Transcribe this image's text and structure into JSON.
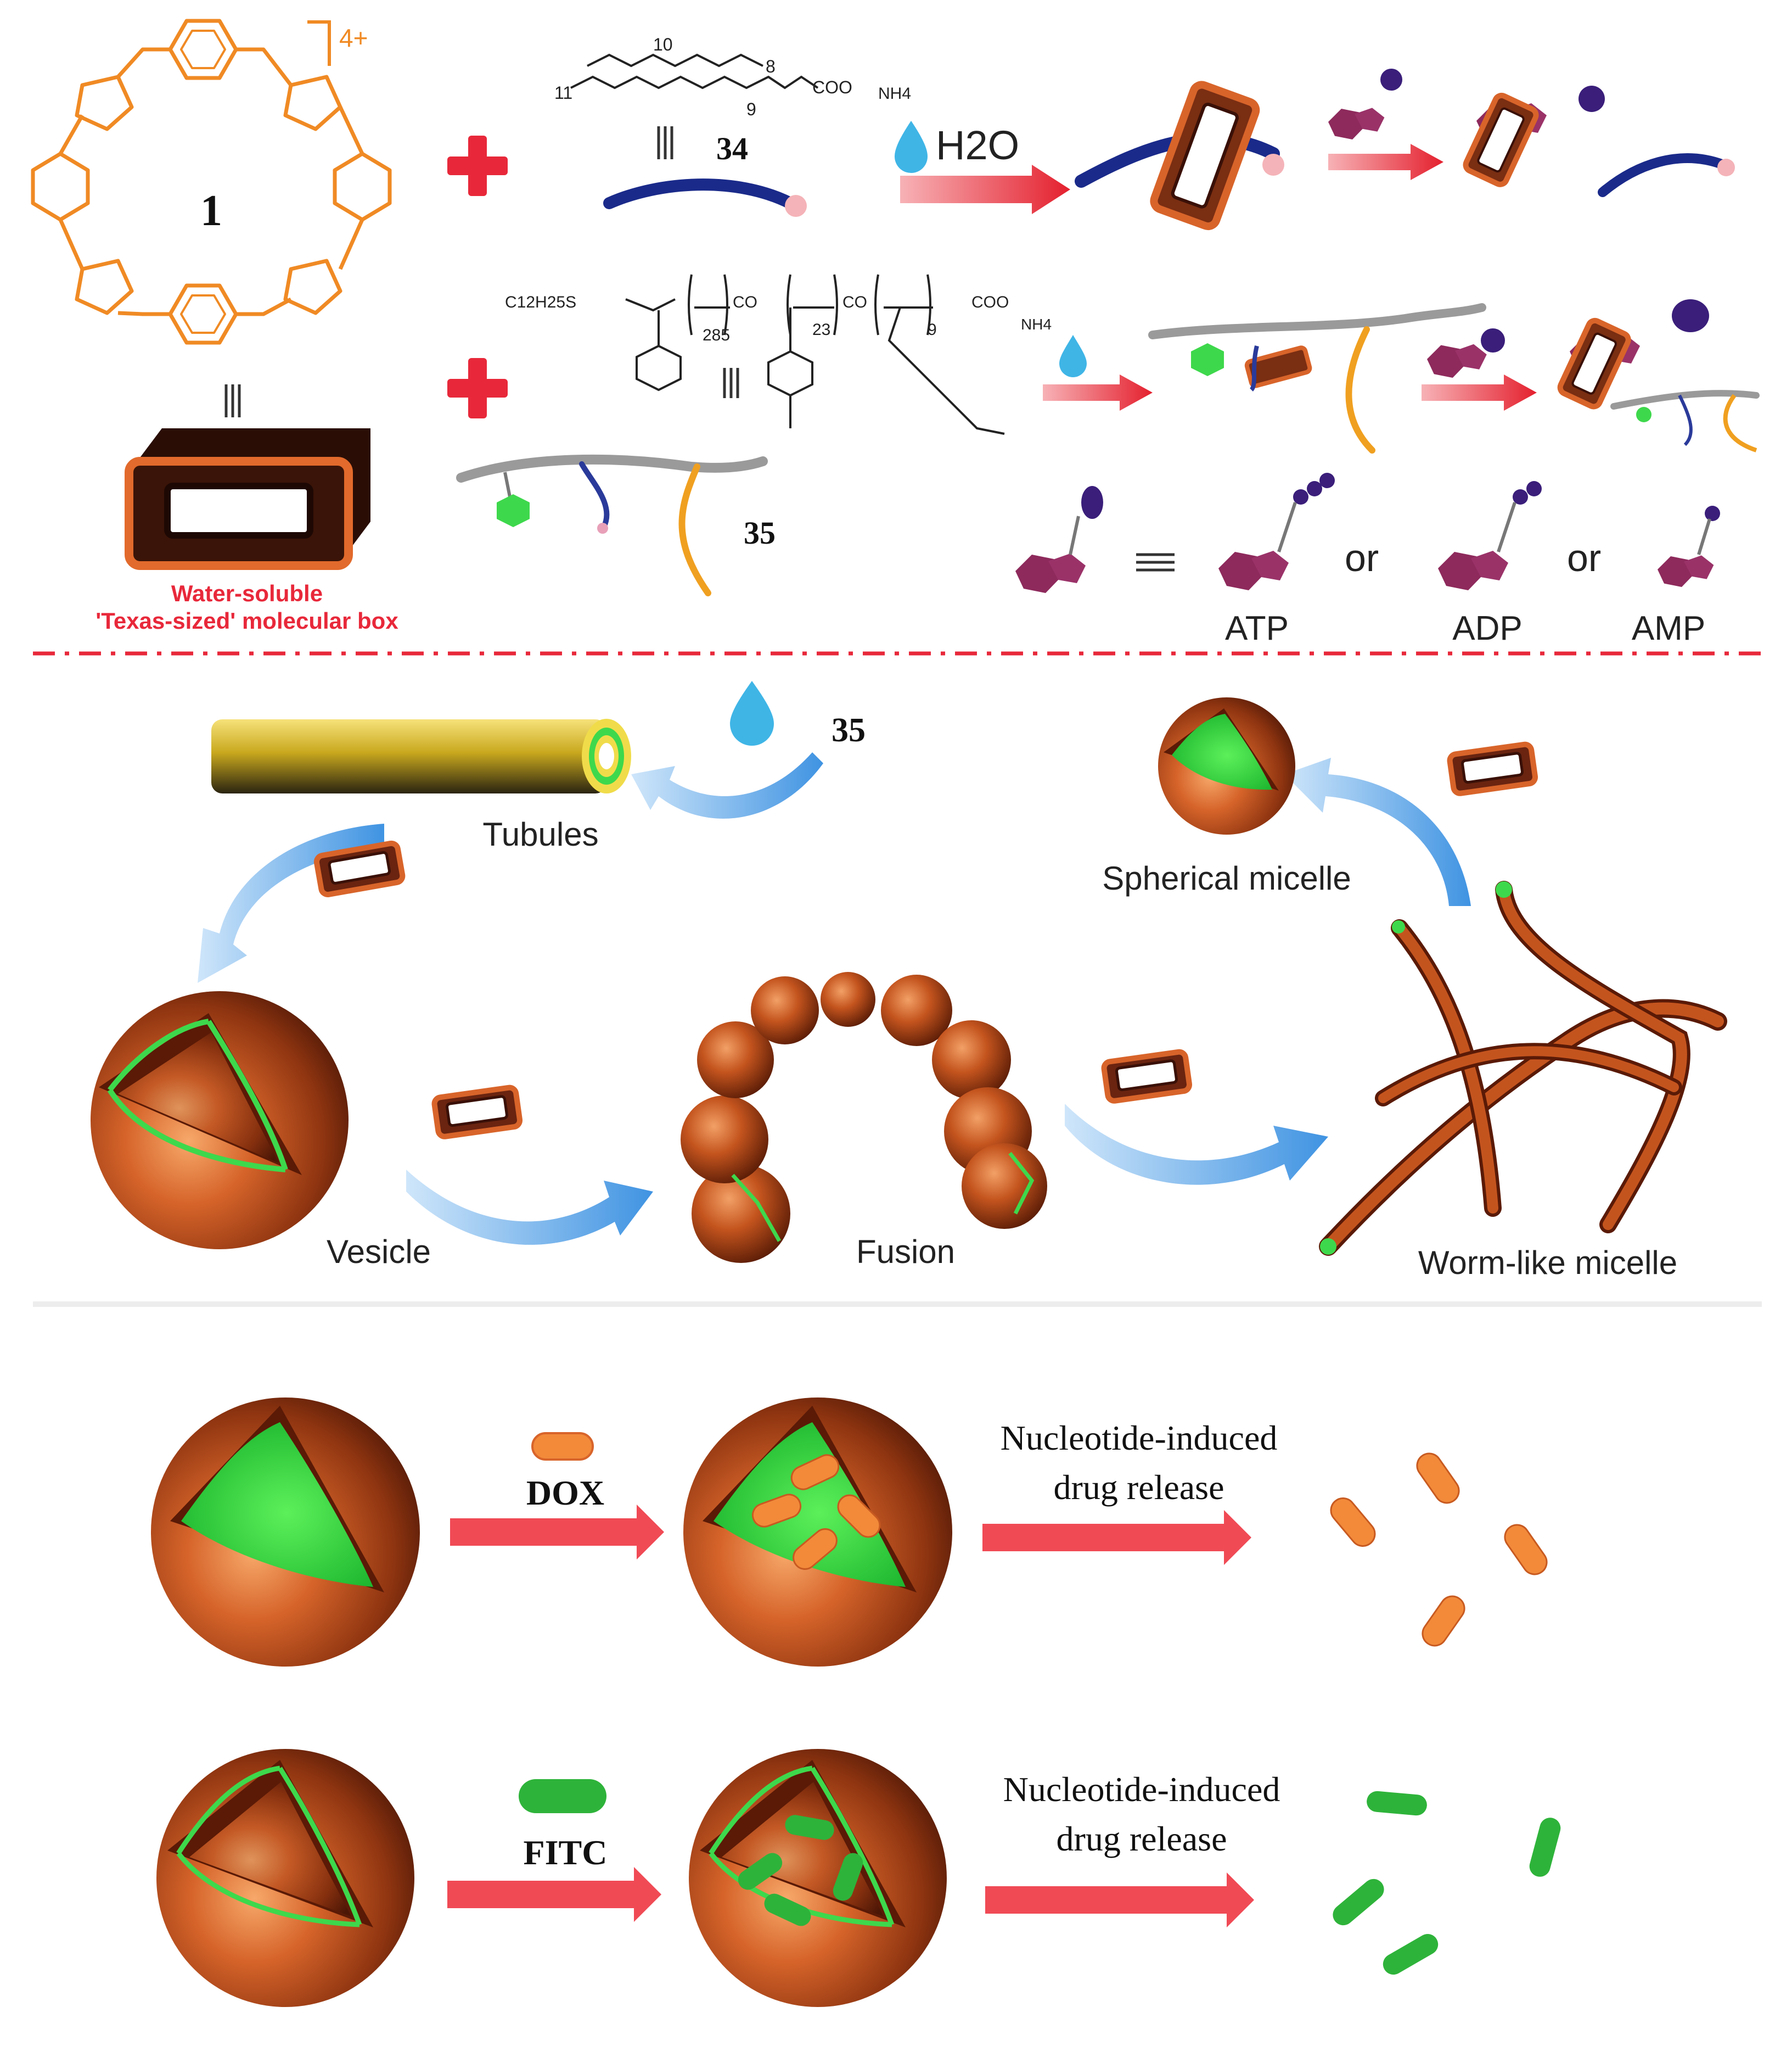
{
  "colors": {
    "orange_structure": "#F08A24",
    "red_plus": "#E8283A",
    "box_brown": "#7A2E12",
    "box_orange_rim": "#D8642A",
    "sphere_brown": "#9B3A14",
    "green_core": "#39D84A",
    "arrow_blue": "#4FA3E8",
    "arrow_red": "#F04A55",
    "dox_orange": "#F28A3A",
    "fitc_green": "#2EB33A",
    "nucleotide_purple": "#8E2A5C"
  },
  "top": {
    "macrocycle_number": "1",
    "charge": "4+",
    "box_caption_line1": "Water-soluble",
    "box_caption_line2": "'Texas-sized' molecular box",
    "compound_34": "34",
    "compound_35": "35",
    "water_label": "H2O",
    "c34_labels": {
      "c11": "11",
      "c10": "10",
      "c9": "9",
      "c8": "8",
      "coo": "COO",
      "nh4": "NH4"
    },
    "c35_labels": {
      "end_group": "C12H25S",
      "n285": "285",
      "n23": "23",
      "n9": "9",
      "co1": "CO",
      "co2": "CO",
      "coo": "COO",
      "nh4": "NH4"
    },
    "nucleotide_legend": {
      "atp": "ATP",
      "adp": "ADP",
      "amp": "AMP",
      "or1": "or",
      "or2": "or"
    }
  },
  "middle": {
    "compound_35": "35",
    "tubules": "Tubules",
    "vesicle": "Vesicle",
    "fusion": "Fusion",
    "worm_like": "Worm-like micelle",
    "spherical": "Spherical micelle"
  },
  "bottom": {
    "dox_label": "DOX",
    "fitc_label": "FITC",
    "release_line1": "Nucleotide-induced",
    "release_line2": "drug release"
  }
}
